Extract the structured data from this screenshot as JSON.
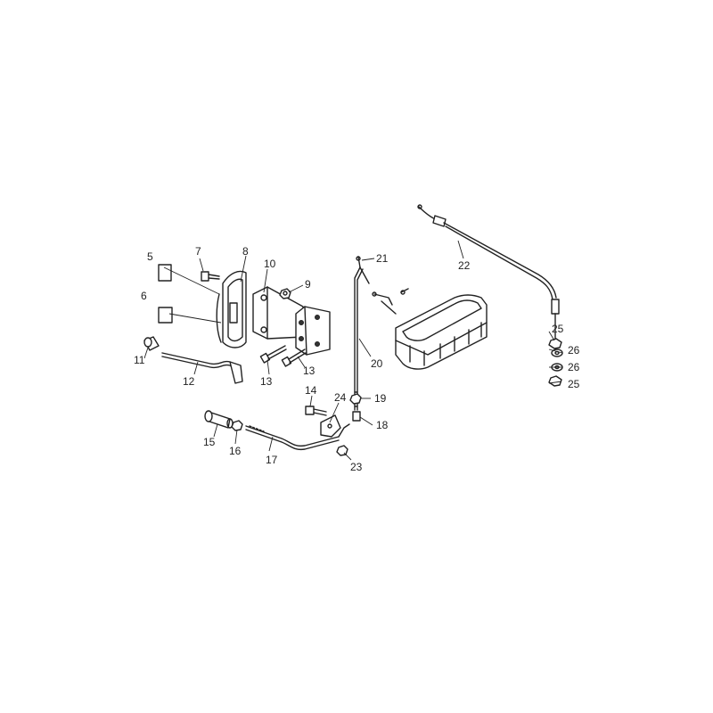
{
  "callouts": {
    "c5": "5",
    "c6": "6",
    "c7": "7",
    "c8": "8",
    "c9": "9",
    "c10": "10",
    "c11": "11",
    "c12": "12",
    "c13a": "13",
    "c13b": "13",
    "c14": "14",
    "c15": "15",
    "c16": "16",
    "c17": "17",
    "c18": "18",
    "c19": "19",
    "c20": "20",
    "c21": "21",
    "c22": "22",
    "c23": "23",
    "c24": "24",
    "c25a": "25",
    "c25b": "25",
    "c26a": "26",
    "c26b": "26"
  },
  "colors": {
    "ink": "#222222",
    "background": "#ffffff"
  }
}
